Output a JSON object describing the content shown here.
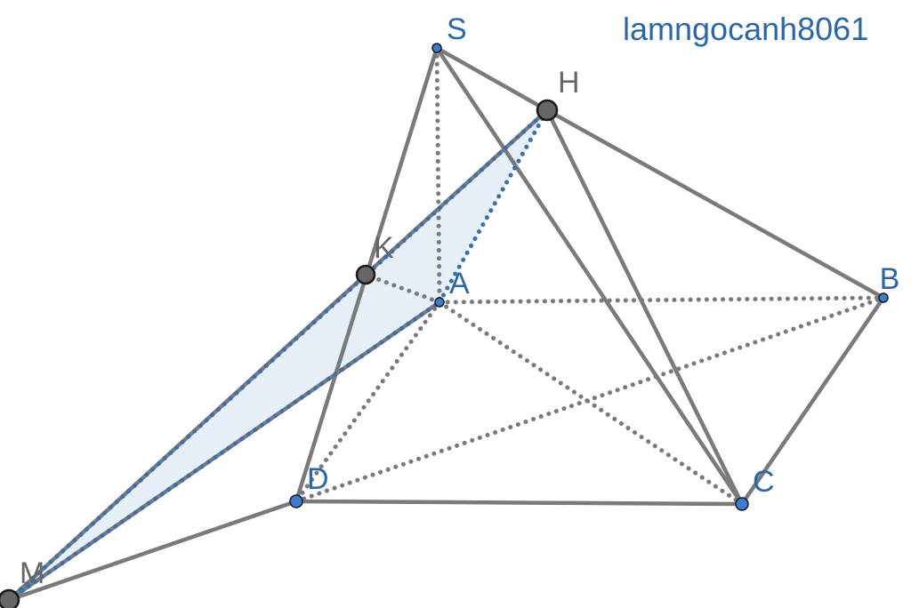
{
  "watermark": "lamngocanh8061",
  "colors": {
    "edge": "#7a7a7a",
    "highlight": "#3a70b0",
    "fill": "#e6eef8",
    "blue_label": "#2b66a8",
    "gray_label": "#666666",
    "point_blue": "#3d7bd0",
    "point_gray": "#666666"
  },
  "points": {
    "S": {
      "label": "S",
      "style": "blue"
    },
    "H": {
      "label": "H",
      "style": "gray"
    },
    "K": {
      "label": "K",
      "style": "gray"
    },
    "A": {
      "label": "A",
      "style": "blue"
    },
    "B": {
      "label": "B",
      "style": "blue"
    },
    "C": {
      "label": "C",
      "style": "blue"
    },
    "D": {
      "label": "D",
      "style": "blue"
    },
    "M": {
      "label": "M",
      "style": "gray"
    }
  },
  "segments_solid": [
    [
      "S",
      "D"
    ],
    [
      "S",
      "H"
    ],
    [
      "H",
      "B"
    ],
    [
      "S",
      "C"
    ],
    [
      "H",
      "C"
    ],
    [
      "B",
      "C"
    ],
    [
      "D",
      "C"
    ],
    [
      "D",
      "M"
    ],
    [
      "K",
      "M"
    ],
    [
      "A",
      "M"
    ],
    [
      "K",
      "H"
    ]
  ],
  "segments_dotted": [
    [
      "S",
      "A"
    ],
    [
      "A",
      "B"
    ],
    [
      "A",
      "C"
    ],
    [
      "A",
      "D"
    ],
    [
      "D",
      "B"
    ],
    [
      "A",
      "K"
    ]
  ],
  "segments_highlight": [
    [
      "M",
      "H"
    ],
    [
      "M",
      "A"
    ],
    [
      "A",
      "H"
    ]
  ],
  "shaded_triangle": [
    "M",
    "A",
    "H"
  ]
}
